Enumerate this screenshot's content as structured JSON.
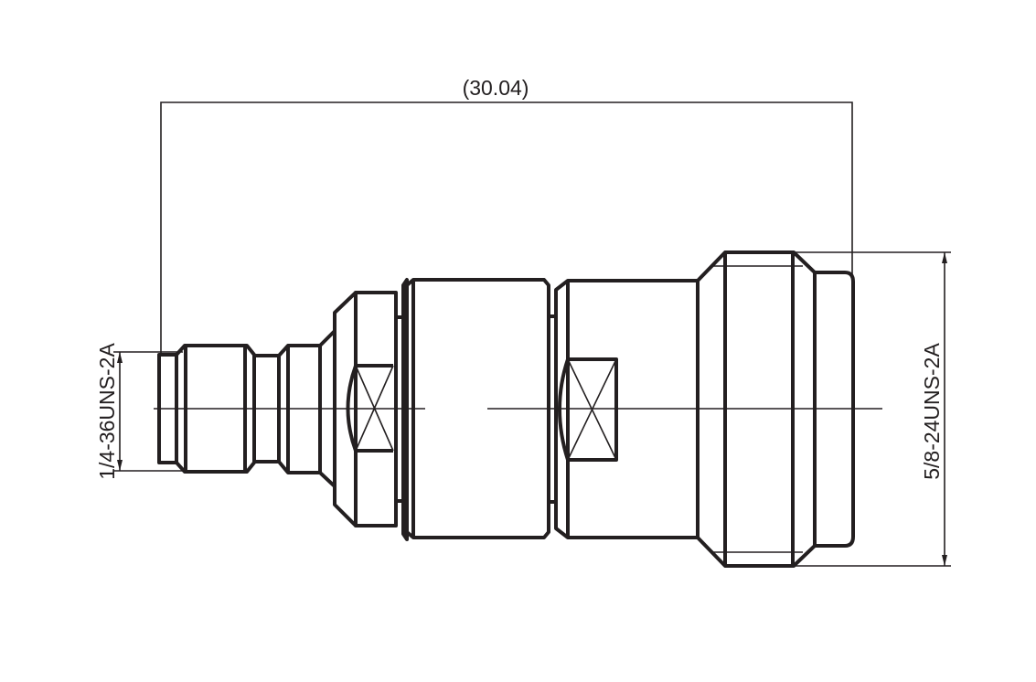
{
  "drawing": {
    "overall_length_label": "(30.04)",
    "left_thread_label": "1/4-36UNS-2A",
    "right_thread_label": "5/8-24UNS-2A",
    "line_color": "#231f20"
  }
}
